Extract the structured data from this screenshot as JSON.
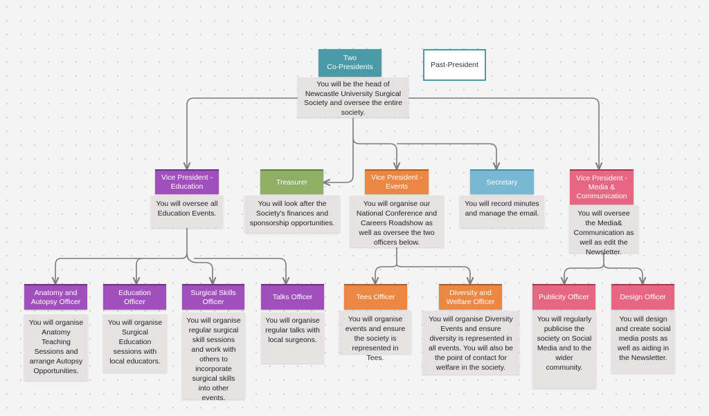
{
  "diagram": {
    "co_presidents": {
      "title": "Two\nCo-Presidents",
      "description": "You will be the head of Newcastle University Surgical Society and oversee the entire society."
    },
    "past_president": {
      "title": "Past-President"
    },
    "vp_education": {
      "title": "Vice President -\nEducation",
      "description": "You will oversee all Education Events."
    },
    "treasurer": {
      "title": "Treasurer",
      "description": "You will look after the Society's finances and sponsorship opportunities."
    },
    "vp_events": {
      "title": "Vice President -\nEvents",
      "description": "You will organise our National Conference and Careers Roadshow as well as oversee the two officers below."
    },
    "secretary": {
      "title": "Secretary",
      "description": "You will record minutes and manage the email."
    },
    "vp_media": {
      "title": "Vice President -\nMedia &\nCommunication",
      "description": "You will oversee the Media& Communication as well as edit the Newsletter."
    },
    "anatomy_officer": {
      "title": "Anatomy and\nAutopsy Officer",
      "description": "You will organise Anatomy Teaching Sessions and arrange Autopsy Opportunities."
    },
    "education_officer": {
      "title": "Education\nOfficer",
      "description": "You will organise Surgical Education sessions with local educators."
    },
    "surgical_skills_officer": {
      "title": "Surgical Skills\nOfficer",
      "description": "You will organise regular surgical skill sessions and work with others to incorporate surgical skills into other events."
    },
    "talks_officer": {
      "title": "Talks Officer",
      "description": "You will organise regular talks with local surgeons."
    },
    "tees_officer": {
      "title": "Tees Officer",
      "description": "You will organise events and ensure the society is represented in Tees."
    },
    "diversity_officer": {
      "title": "Diversity and\nWelfare Officer",
      "description": "You will organise Diversity Events and ensure diversity is represented in all events. You will also be the point of contact for welfare in the society."
    },
    "publicity_officer": {
      "title": "Publicity Officer",
      "description": "You will regularly publicise the society on Social Media and to the wider community."
    },
    "design_officer": {
      "title": "Design Officer",
      "description": "You will design and create social media posts as well as aiding in the Newsletter."
    }
  },
  "colors": {
    "teal": "#4a9aa8",
    "purple": "#a24fbe",
    "green": "#8faf66",
    "orange": "#ec8743",
    "blue": "#7ab7d3",
    "pink": "#e56782",
    "line": "#7a7a7a"
  }
}
